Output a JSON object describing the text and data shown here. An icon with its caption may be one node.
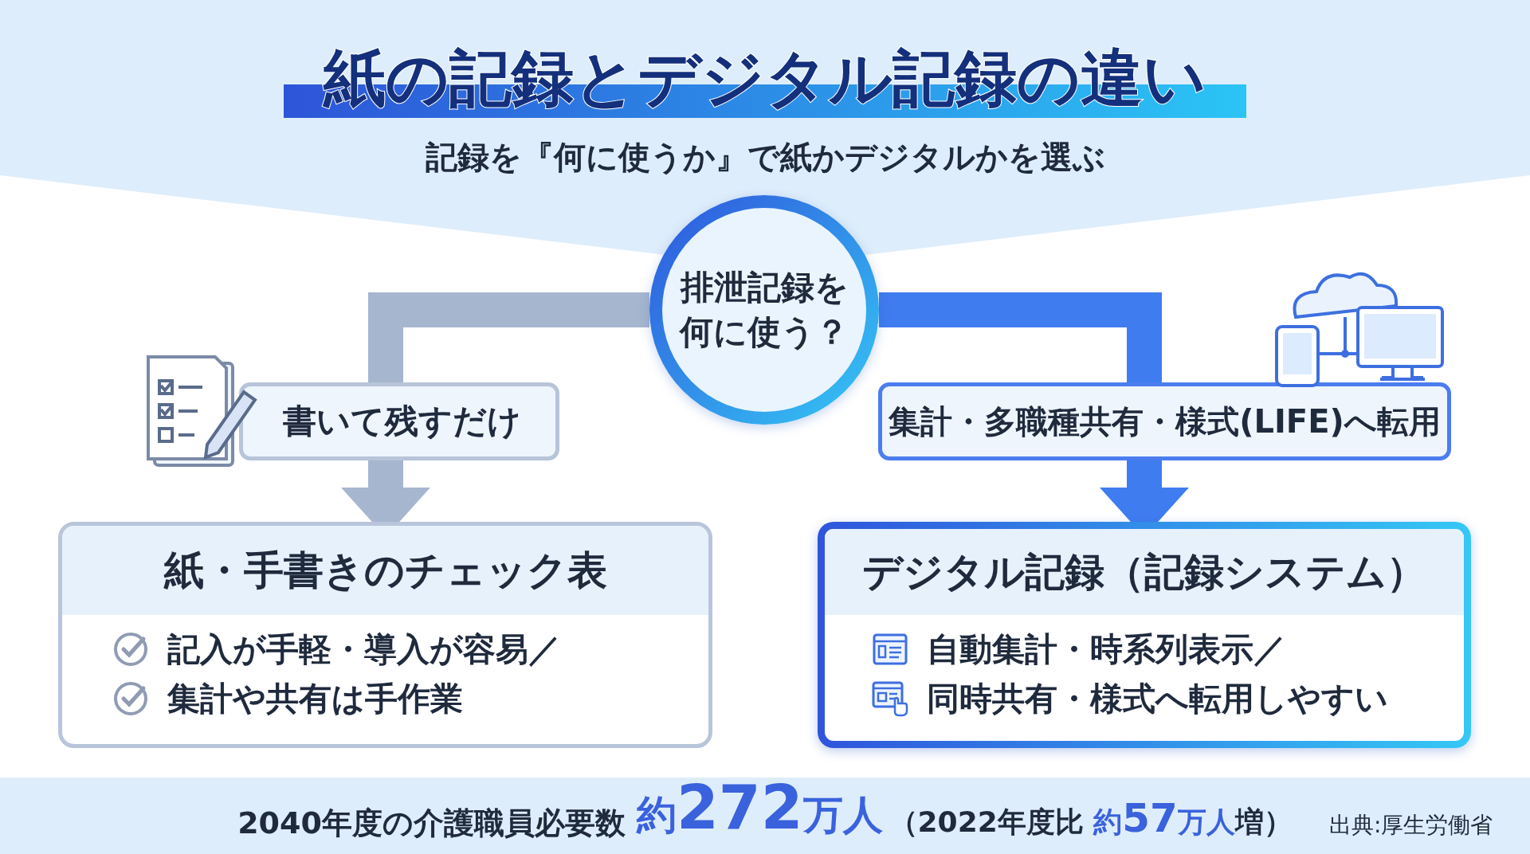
{
  "diagram": {
    "title": "紙の記録とデジタル記録の違い",
    "nodes": [
      {
        "text": [
          "排泄記録を何に使う？"
        ]
      },
      {
        "text": [
          "書いて残すだけ"
        ]
      },
      {
        "text": [
          "集計・多職種共有・様式(LIFE)へ転用"
        ]
      },
      {
        "text": [
          "紙・手書きのチェック表",
          "記入が手軽・導入が容易／",
          "集計や共有は手作業"
        ]
      },
      {
        "text": [
          "デジタル記録（記録システム）",
          "自動集計・時系列表示／",
          "同時共有・様式へ転用しやすい"
        ]
      }
    ],
    "edges": [
      {
        "from": 0,
        "to": 1,
        "arrow": "none",
        "color": "#a7b6cf"
      },
      {
        "from": 1,
        "to": 3,
        "arrow": "to",
        "color": "#a7b6cf"
      },
      {
        "from": 0,
        "to": 2,
        "arrow": "none",
        "color": "#3f7cf0"
      },
      {
        "from": 2,
        "to": 4,
        "arrow": "to",
        "color": "#3f7cf0"
      }
    ],
    "labels": [
      "記録を『何に使うか』で紙かデジタルかを選ぶ",
      "2040年度の介護職員必要数",
      "約272万人",
      "（2022年度比 約57万人増）",
      "出典:厚生労働省"
    ]
  }
}
